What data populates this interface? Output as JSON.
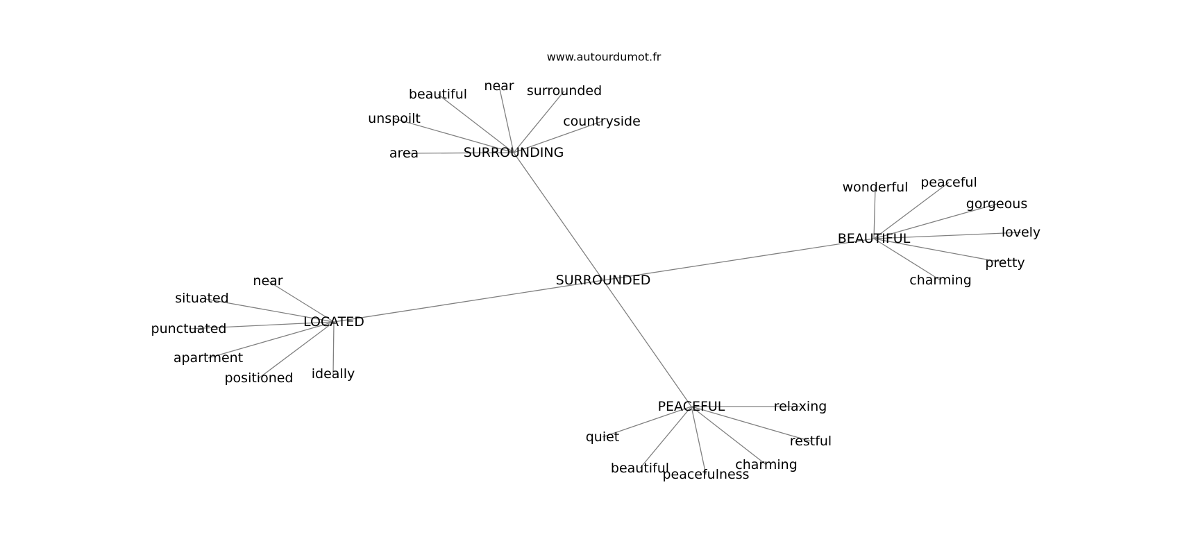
{
  "source": "www.autourdumot.fr",
  "graph": {
    "center": "SURROUNDED",
    "hubs": [
      {
        "id": "surrounding",
        "label": "SURROUNDING",
        "leaves": [
          {
            "id": "surrounding-beautiful",
            "label": "beautiful"
          },
          {
            "id": "surrounding-near",
            "label": "near"
          },
          {
            "id": "surrounding-surrounded",
            "label": "surrounded"
          },
          {
            "id": "surrounding-countryside",
            "label": "countryside"
          },
          {
            "id": "surrounding-unspoilt",
            "label": "unspoilt"
          },
          {
            "id": "surrounding-area",
            "label": "area"
          }
        ]
      },
      {
        "id": "beautiful",
        "label": "BEAUTIFUL",
        "leaves": [
          {
            "id": "beautiful-wonderful",
            "label": "wonderful"
          },
          {
            "id": "beautiful-peaceful",
            "label": "peaceful"
          },
          {
            "id": "beautiful-gorgeous",
            "label": "gorgeous"
          },
          {
            "id": "beautiful-lovely",
            "label": "lovely"
          },
          {
            "id": "beautiful-pretty",
            "label": "pretty"
          },
          {
            "id": "beautiful-charming",
            "label": "charming"
          }
        ]
      },
      {
        "id": "located",
        "label": "LOCATED",
        "leaves": [
          {
            "id": "located-near",
            "label": "near"
          },
          {
            "id": "located-situated",
            "label": "situated"
          },
          {
            "id": "located-punctuated",
            "label": "punctuated"
          },
          {
            "id": "located-apartment",
            "label": "apartment"
          },
          {
            "id": "located-positioned",
            "label": "positioned"
          },
          {
            "id": "located-ideally",
            "label": "ideally"
          }
        ]
      },
      {
        "id": "peaceful",
        "label": "PEACEFUL",
        "leaves": [
          {
            "id": "peaceful-relaxing",
            "label": "relaxing"
          },
          {
            "id": "peaceful-quiet",
            "label": "quiet"
          },
          {
            "id": "peaceful-restful",
            "label": "restful"
          },
          {
            "id": "peaceful-beautiful",
            "label": "beautiful"
          },
          {
            "id": "peaceful-peacefulness",
            "label": "peacefulness"
          },
          {
            "id": "peaceful-charming",
            "label": "charming"
          }
        ]
      }
    ]
  }
}
